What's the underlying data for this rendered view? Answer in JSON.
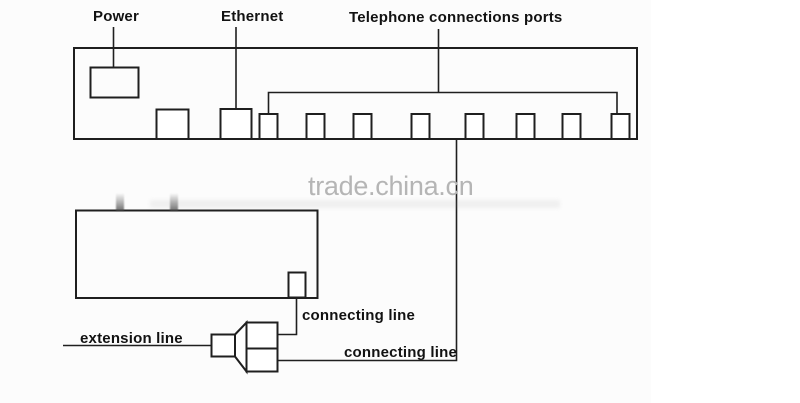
{
  "labels": {
    "power": "Power",
    "ethernet": "Ethernet",
    "telephone_ports": "Telephone connections ports",
    "connecting_line_upper": "connecting line",
    "connecting_line_lower": "connecting line",
    "extension_line": "extension line"
  },
  "watermark": {
    "text": "trade.china.cn",
    "color": "#b5b5b5"
  },
  "device": {
    "telephone_port_count": 8
  },
  "colors": {
    "line": "#1f1f1f",
    "label_text": "#121212",
    "background": "#ffffff"
  }
}
